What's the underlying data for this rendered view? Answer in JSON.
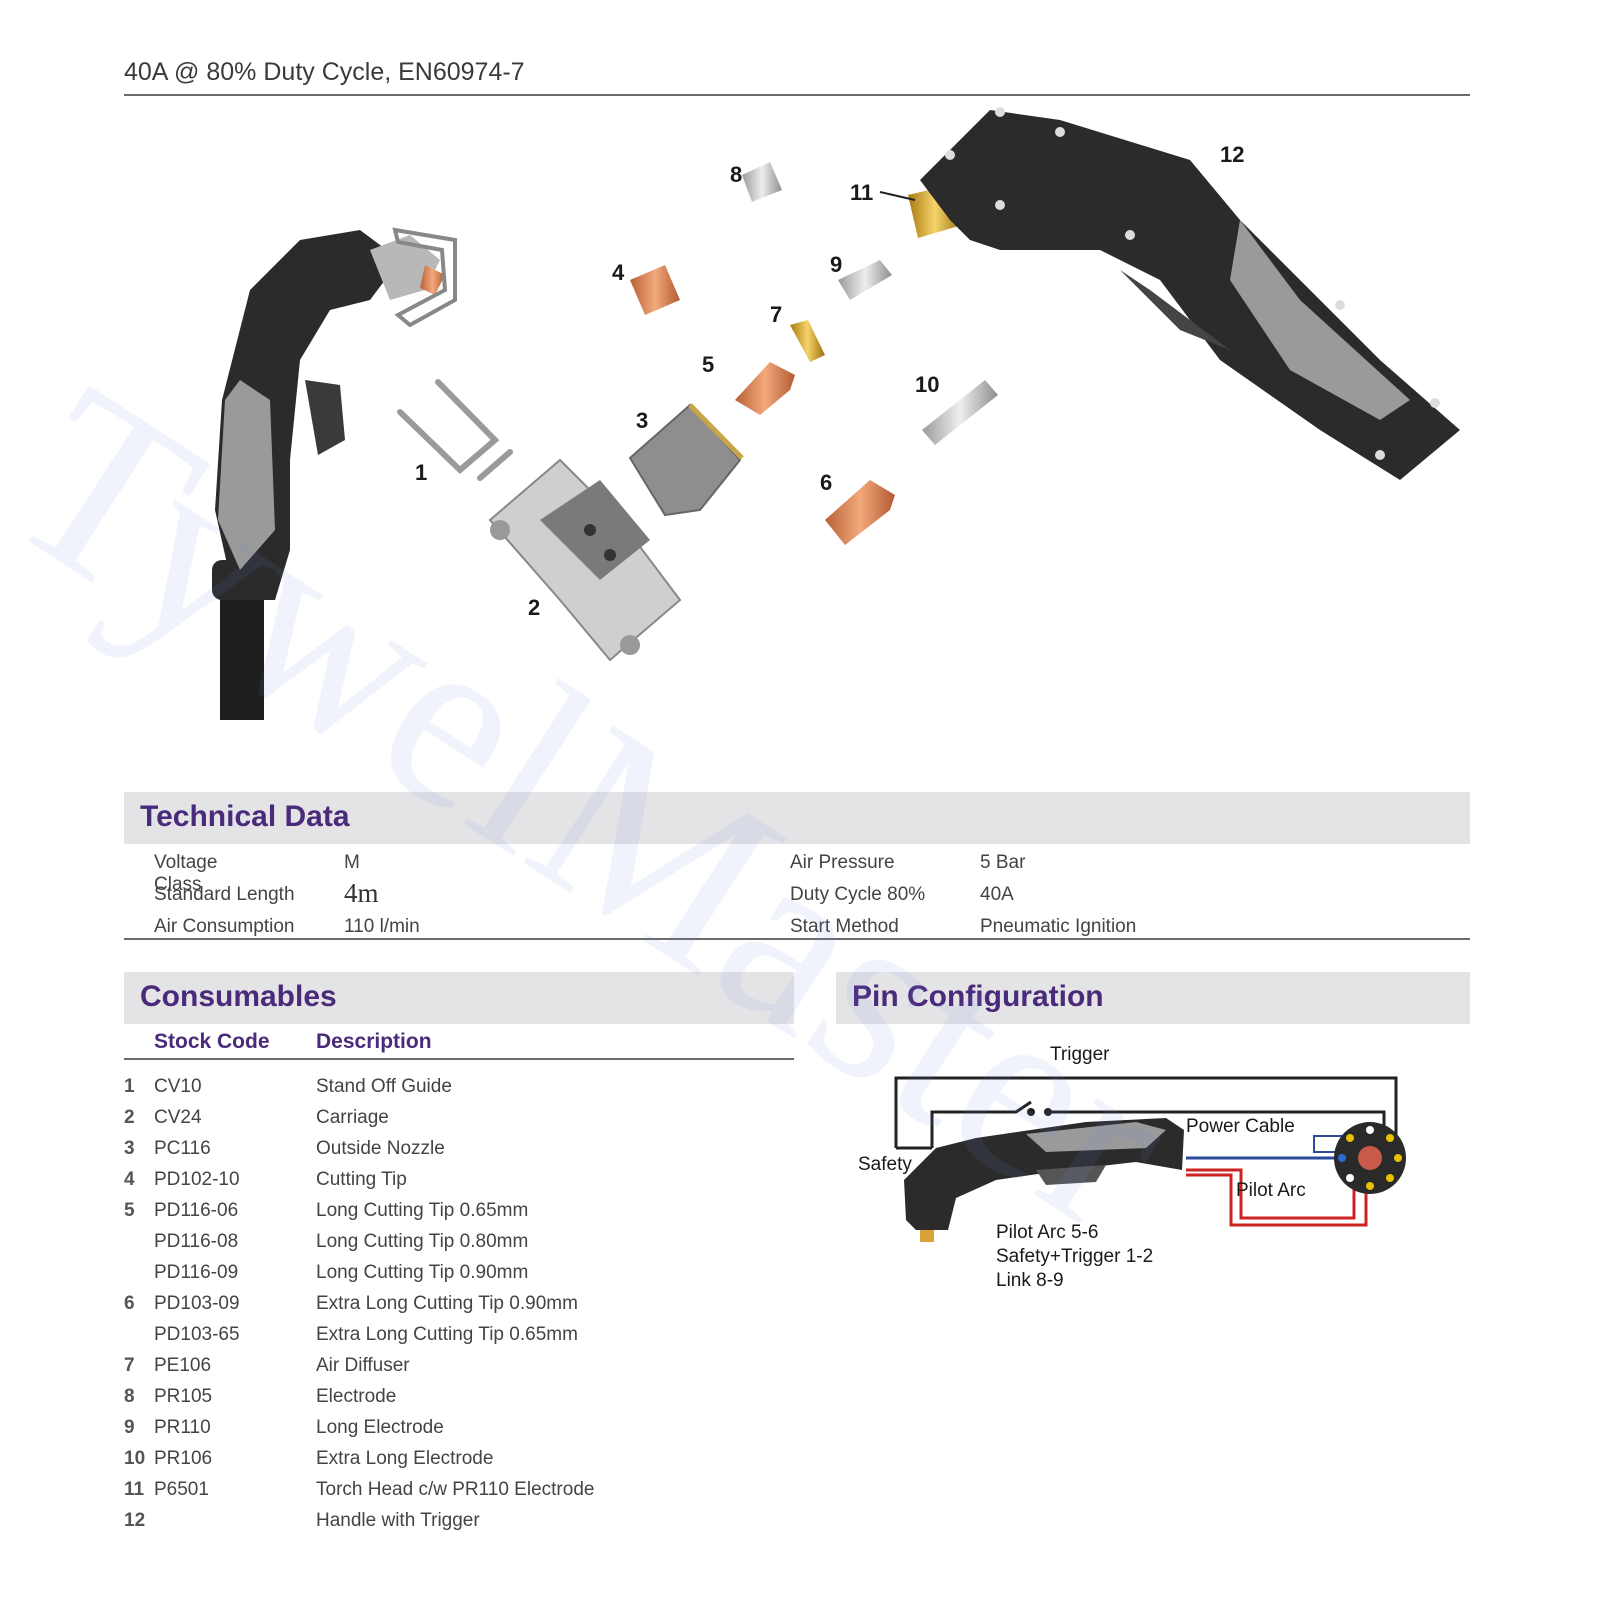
{
  "header": {
    "title": "40A @ 80% Duty Cycle, EN60974-7"
  },
  "figure": {
    "part_labels": [
      "1",
      "2",
      "3",
      "4",
      "5",
      "6",
      "7",
      "8",
      "9",
      "10",
      "11",
      "12"
    ]
  },
  "technical_data": {
    "title": "Technical Data",
    "rows": [
      {
        "label": "Voltage Class",
        "value": "M"
      },
      {
        "label": "Standard Length",
        "value": "4m"
      },
      {
        "label": "Air Consumption",
        "value": "110 l/min"
      },
      {
        "label": "Air Pressure",
        "value": "5 Bar"
      },
      {
        "label": "Duty Cycle 80%",
        "value": "40A"
      },
      {
        "label": "Start Method",
        "value": "Pneumatic Ignition"
      }
    ]
  },
  "consumables": {
    "title": "Consumables",
    "col_code": "Stock Code",
    "col_desc": "Description",
    "items": [
      {
        "num": "1",
        "code": "CV10",
        "desc": "Stand Off Guide"
      },
      {
        "num": "2",
        "code": "CV24",
        "desc": "Carriage"
      },
      {
        "num": "3",
        "code": "PC116",
        "desc": "Outside Nozzle"
      },
      {
        "num": "4",
        "code": "PD102-10",
        "desc": "Cutting Tip"
      },
      {
        "num": "5",
        "code": "PD116-06",
        "desc": "Long Cutting Tip 0.65mm"
      },
      {
        "num": "",
        "code": "PD116-08",
        "desc": "Long Cutting Tip 0.80mm"
      },
      {
        "num": "",
        "code": "PD116-09",
        "desc": "Long Cutting Tip 0.90mm"
      },
      {
        "num": "6",
        "code": "PD103-09",
        "desc": "Extra Long Cutting Tip 0.90mm"
      },
      {
        "num": "",
        "code": "PD103-65",
        "desc": "Extra Long Cutting Tip 0.65mm"
      },
      {
        "num": "7",
        "code": "PE106",
        "desc": "Air Diffuser"
      },
      {
        "num": "8",
        "code": "PR105",
        "desc": "Electrode"
      },
      {
        "num": "9",
        "code": "PR110",
        "desc": "Long Electrode"
      },
      {
        "num": "10",
        "code": "PR106",
        "desc": "Extra Long Electrode"
      },
      {
        "num": "11",
        "code": "P6501",
        "desc": "Torch Head c/w PR110 Electrode"
      },
      {
        "num": "12",
        "code": "",
        "desc": "Handle with Trigger"
      }
    ]
  },
  "pin_configuration": {
    "title": "Pin Configuration",
    "trigger": "Trigger",
    "safety": "Safety",
    "power_cable": "Power Cable",
    "pilot_arc": "Pilot Arc",
    "notes": [
      "Pilot Arc 5-6",
      "Safety+Trigger 1-2",
      "Link 8-9"
    ]
  },
  "watermark": "TywelMaster",
  "colors": {
    "heading": "#4a2a7a",
    "band": "#e4e4e6",
    "copper": "#d9825a",
    "handle": "#2b2b2b",
    "grip": "#9a9a9a"
  }
}
